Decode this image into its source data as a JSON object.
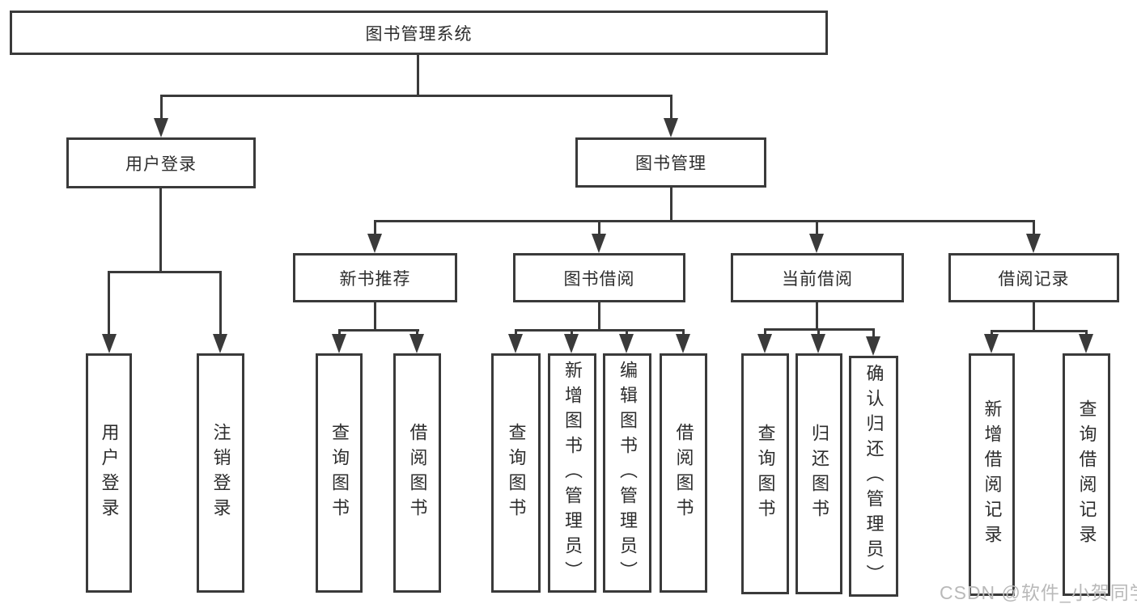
{
  "diagram_title": "图书管理系统",
  "tree": {
    "label": "图书管理系统",
    "children": [
      {
        "label": "用户登录",
        "children": [
          {
            "label": "用户登录"
          },
          {
            "label": "注销登录"
          }
        ]
      },
      {
        "label": "图书管理",
        "children": [
          {
            "label": "新书推荐",
            "children": [
              {
                "label": "查询图书"
              },
              {
                "label": "借阅图书"
              }
            ]
          },
          {
            "label": "图书借阅",
            "children": [
              {
                "label": "查询图书"
              },
              {
                "label": "新增图书（管理员）"
              },
              {
                "label": "编辑图书（管理员）"
              },
              {
                "label": "借阅图书"
              }
            ]
          },
          {
            "label": "当前借阅",
            "children": [
              {
                "label": "查询图书"
              },
              {
                "label": "归还图书"
              },
              {
                "label": "确认归还（管理员）"
              }
            ]
          },
          {
            "label": "借阅记录",
            "children": [
              {
                "label": "新增借阅记录"
              },
              {
                "label": "查询借阅记录"
              }
            ]
          }
        ]
      }
    ]
  },
  "watermark": {
    "text": "CSDN @软件_小贺同学"
  },
  "colors": {
    "line": "#3a3a3a",
    "text": "#2d2d2d",
    "background": "#ffffff",
    "watermark": "#b9b9b9"
  }
}
